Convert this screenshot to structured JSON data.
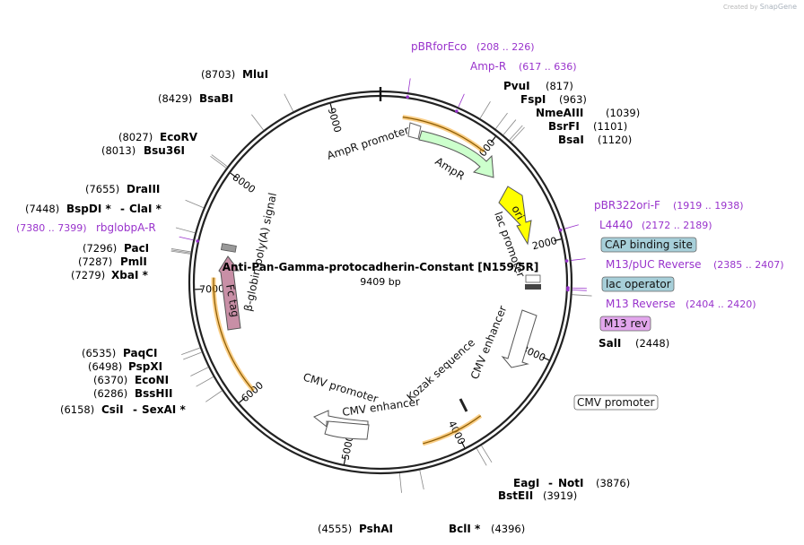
{
  "header": {
    "created_by": "Created by",
    "brand": "SnapGene"
  },
  "plasmid": {
    "name": "Anti-Pan-Gamma-protocadherin-Constant [N159/5R]",
    "size_label": "9409 bp",
    "length": 9409
  },
  "ticks": [
    {
      "pos": 1000,
      "label": "1000"
    },
    {
      "pos": 2000,
      "label": "2000"
    },
    {
      "pos": 3000,
      "label": "3000"
    },
    {
      "pos": 4000,
      "label": "4000"
    },
    {
      "pos": 5000,
      "label": "5000"
    },
    {
      "pos": 6000,
      "label": "6000"
    },
    {
      "pos": 7000,
      "label": "7000"
    },
    {
      "pos": 8000,
      "label": "8000"
    },
    {
      "pos": 9000,
      "label": "9000"
    }
  ],
  "sites_right": [
    {
      "name": "PvuI",
      "pos": "(817)",
      "site": 817
    },
    {
      "name": "FspI",
      "pos": "(963)",
      "site": 963
    },
    {
      "name": "NmeAIII",
      "pos": "(1039)",
      "site": 1039
    },
    {
      "name": "BsrFI",
      "pos": "(1101)",
      "site": 1101
    },
    {
      "name": "BsaI",
      "pos": "(1120)",
      "site": 1120
    },
    {
      "name": "SalI",
      "pos": "(2448)",
      "site": 2448
    }
  ],
  "sites_bottom": [
    {
      "name": "EagI",
      "sep": "-",
      "name2": "NotI",
      "pos": "(3876)",
      "site": 3876
    },
    {
      "name": "BstEII",
      "pos": "(3919)",
      "site": 3919
    },
    {
      "name": "BclI *",
      "pos": "(4396)",
      "site": 4396
    },
    {
      "name": "PshAI",
      "pos": "(4555)",
      "site": 4555
    }
  ],
  "sites_left": [
    {
      "name": "CsiI",
      "sep": "-",
      "name2": "SexAI *",
      "pos": "(6158)",
      "site": 6158
    },
    {
      "name": "BssHII",
      "pos": "(6286)",
      "site": 6286
    },
    {
      "name": "EcoNI",
      "pos": "(6370)",
      "site": 6370
    },
    {
      "name": "PspXI",
      "pos": "(6498)",
      "site": 6498
    },
    {
      "name": "PaqCI",
      "pos": "(6535)",
      "site": 6535
    },
    {
      "name": "XbaI *",
      "pos": "(7279)",
      "site": 7279
    },
    {
      "name": "PmlI",
      "pos": "(7287)",
      "site": 7287
    },
    {
      "name": "PacI",
      "pos": "(7296)",
      "site": 7296
    },
    {
      "name": "BspDI *",
      "sep": "-",
      "name2": "ClaI *",
      "pos": "(7448)",
      "site": 7448
    },
    {
      "name": "DraIII",
      "pos": "(7655)",
      "site": 7655
    },
    {
      "name": "Bsu36I",
      "pos": "(8013)",
      "site": 8013
    },
    {
      "name": "EcoRV",
      "pos": "(8027)",
      "site": 8027
    },
    {
      "name": "BsaBI",
      "pos": "(8429)",
      "site": 8429
    },
    {
      "name": "MluI",
      "pos": "(8703)",
      "site": 8703
    }
  ],
  "primers": [
    {
      "name": "pBRforEco",
      "pos": "(208 .. 226)",
      "site": 217
    },
    {
      "name": "Amp-R",
      "pos": "(617 .. 636)",
      "site": 626
    },
    {
      "name": "pBR322ori-F",
      "pos": "(1919 .. 1938)",
      "site": 1928
    },
    {
      "name": "L4440",
      "pos": "(2172 .. 2189)",
      "site": 2180
    },
    {
      "name": "M13/pUC Reverse",
      "pos": "(2385 .. 2407)",
      "site": 2396
    },
    {
      "name": "M13 Reverse",
      "pos": "(2404 .. 2420)",
      "site": 2412
    },
    {
      "name": "rbglobpA-R",
      "pos": "(7380 .. 7399)",
      "site": 7390
    }
  ],
  "boxed_labels": [
    {
      "text": "CAP binding site",
      "color": "#a7cfd9"
    },
    {
      "text": "lac operator",
      "color": "#a7cfd9"
    },
    {
      "text": "M13 rev",
      "color": "#e2a6ec"
    },
    {
      "text": "CMV promoter",
      "color": "#ffffff"
    }
  ],
  "features": [
    {
      "label": "AmpR promoter",
      "start": 30,
      "end": 140,
      "color": "#ffffff"
    },
    {
      "label": "AmpR",
      "start": 140,
      "end": 1000,
      "color": "#ccffcc"
    },
    {
      "label": "ori",
      "start": 1150,
      "end": 1740,
      "color": "#ffff00"
    },
    {
      "label": "lac promoter",
      "color": "#ffffff"
    },
    {
      "label": "CMV enhancer",
      "color": "#ffffff"
    },
    {
      "label": "Kozak sequence",
      "color": "#ffffff"
    },
    {
      "label": "CMV promoter",
      "color": "#ffffff"
    },
    {
      "label": "CMV enhancer",
      "color": "#ffffff"
    },
    {
      "label": "Fc tag",
      "color": "#c88fa6"
    },
    {
      "label": "β-globin poly(A) signal",
      "color": "#888888"
    }
  ],
  "colors": {
    "primer": "#9933cc",
    "orf": "#f5a623",
    "backbone": "#222222"
  }
}
